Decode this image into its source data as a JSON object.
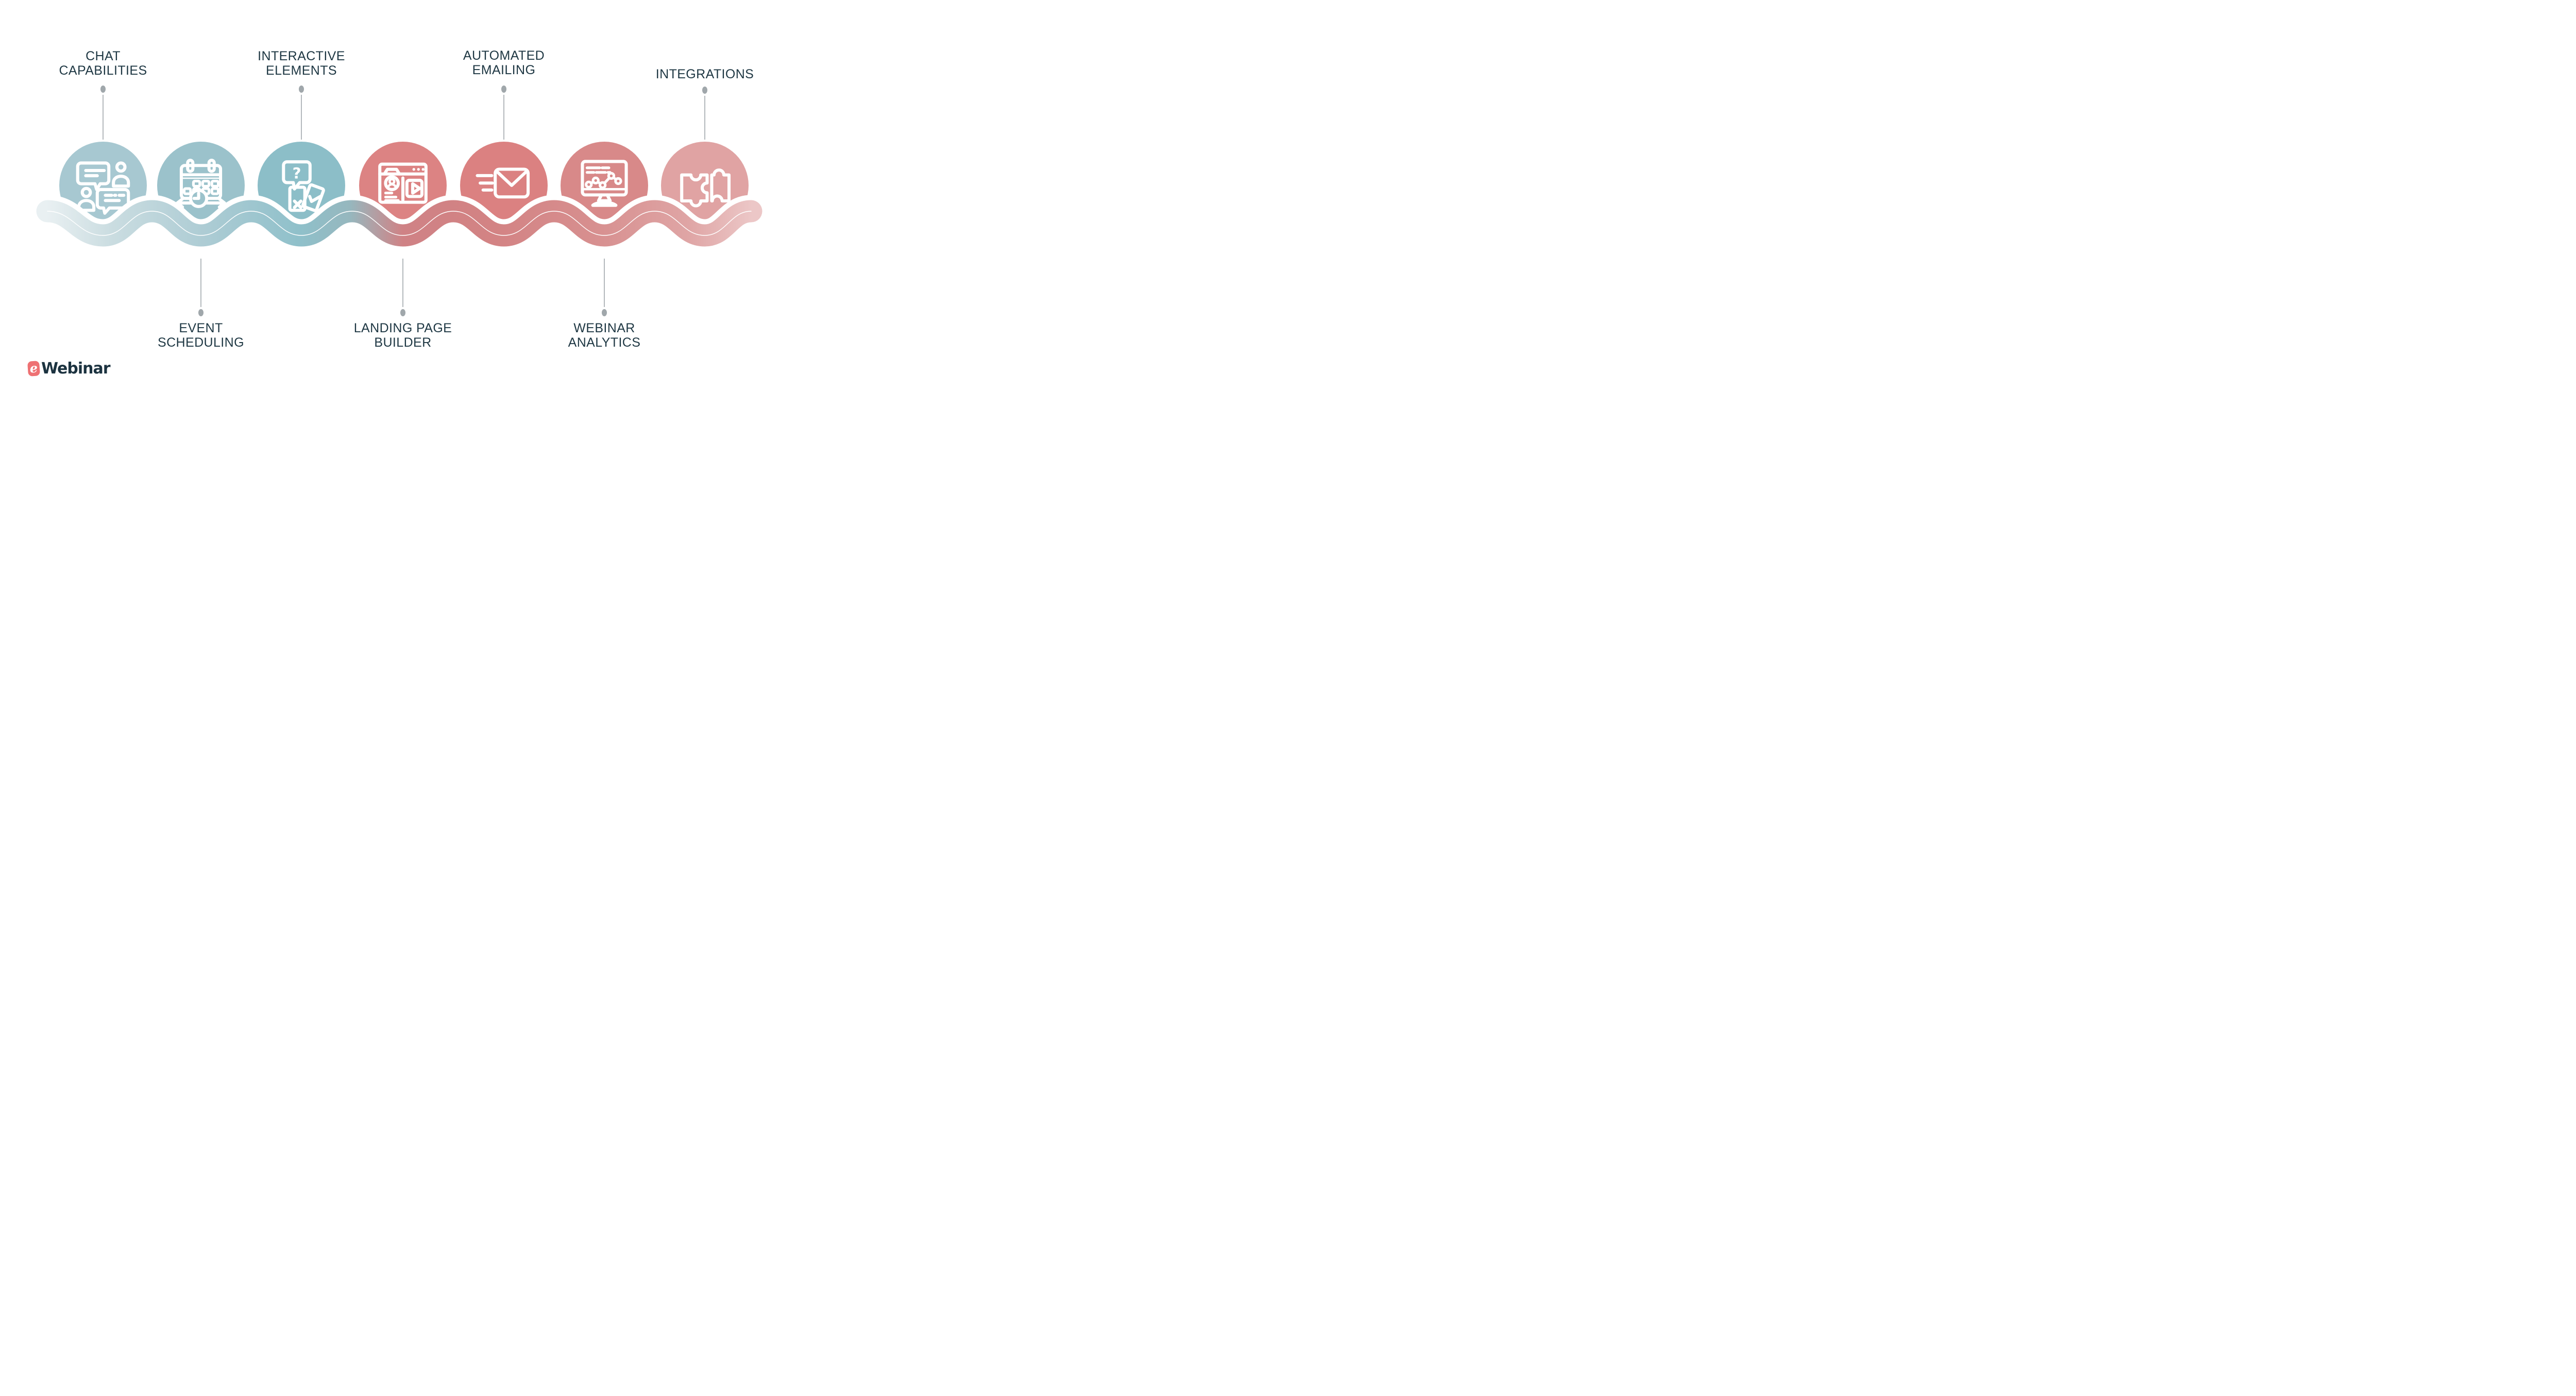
{
  "logo": {
    "badge_letter": "e",
    "wordmark": "Webinar",
    "badge_color": "#ee7173",
    "wordmark_color": "#1c3340"
  },
  "features": [
    {
      "label": "CHAT\nCAPABILITIES",
      "icon": "chat-bubbles-icon",
      "circle_color": "#a7c8d1",
      "label_position": "top"
    },
    {
      "label": "EVENT\nSCHEDULING",
      "icon": "calendar-clock-icon",
      "circle_color": "#9bc2cb",
      "label_position": "bottom"
    },
    {
      "label": "INTERACTIVE\nELEMENTS",
      "icon": "question-cards-icon",
      "circle_color": "#8cbec8",
      "label_position": "top"
    },
    {
      "label": "LANDING PAGE\nBUILDER",
      "icon": "browser-video-icon",
      "circle_color": "#dc8383",
      "label_position": "bottom"
    },
    {
      "label": "AUTOMATED\nEMAILING",
      "icon": "email-send-icon",
      "circle_color": "#db8181",
      "label_position": "top"
    },
    {
      "label": "WEBINAR\nANALYTICS",
      "icon": "monitor-chart-icon",
      "circle_color": "#d88989",
      "label_position": "bottom"
    },
    {
      "label": "INTEGRATIONS",
      "icon": "puzzle-icon",
      "circle_color": "#e0a3a3",
      "label_position": "top"
    }
  ],
  "colors": {
    "background": "#ffffff",
    "label_text": "#1e3743",
    "connector": "#a0a7ab",
    "icon_stroke": "#ffffff",
    "wave_gradient": [
      "#e9f0f2",
      "#cbdde1",
      "#adccd4",
      "#8fc0ca",
      "#96b7be",
      "#b29fa4",
      "#cf8285",
      "#d38384",
      "#d78f8f",
      "#dfa5a5",
      "#ecc7c7"
    ]
  }
}
